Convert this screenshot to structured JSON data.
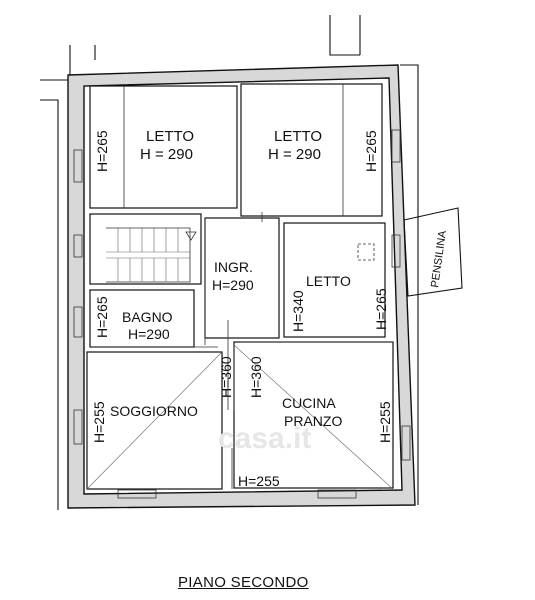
{
  "plan": {
    "rooms": {
      "letto_left": {
        "name": "LETTO",
        "height": "H = 290"
      },
      "letto_right": {
        "name": "LETTO",
        "height": "H = 290"
      },
      "ingresso": {
        "name": "INGR.",
        "height": "H=290"
      },
      "letto_mid": {
        "name": "LETTO"
      },
      "bagno": {
        "name": "BAGNO",
        "height": "H=290"
      },
      "soggiorno": {
        "name": "SOGGIORNO"
      },
      "cucina": {
        "line1": "CUCINA",
        "line2": "PRANZO"
      }
    },
    "heights": {
      "h265_top_left": "H=265",
      "h265_top_right": "H=265",
      "h265_bagno": "H=265",
      "h340": "H=340",
      "h265_mid_right": "H=265",
      "h360_left": "H=360",
      "h360_right": "H=360",
      "h255_left": "H=255",
      "h255_right": "H=255",
      "h255_bottom": "H=255"
    },
    "pensilina": "PENSILINA",
    "watermark": "casa.it",
    "caption": "PIANO SECONDO"
  }
}
